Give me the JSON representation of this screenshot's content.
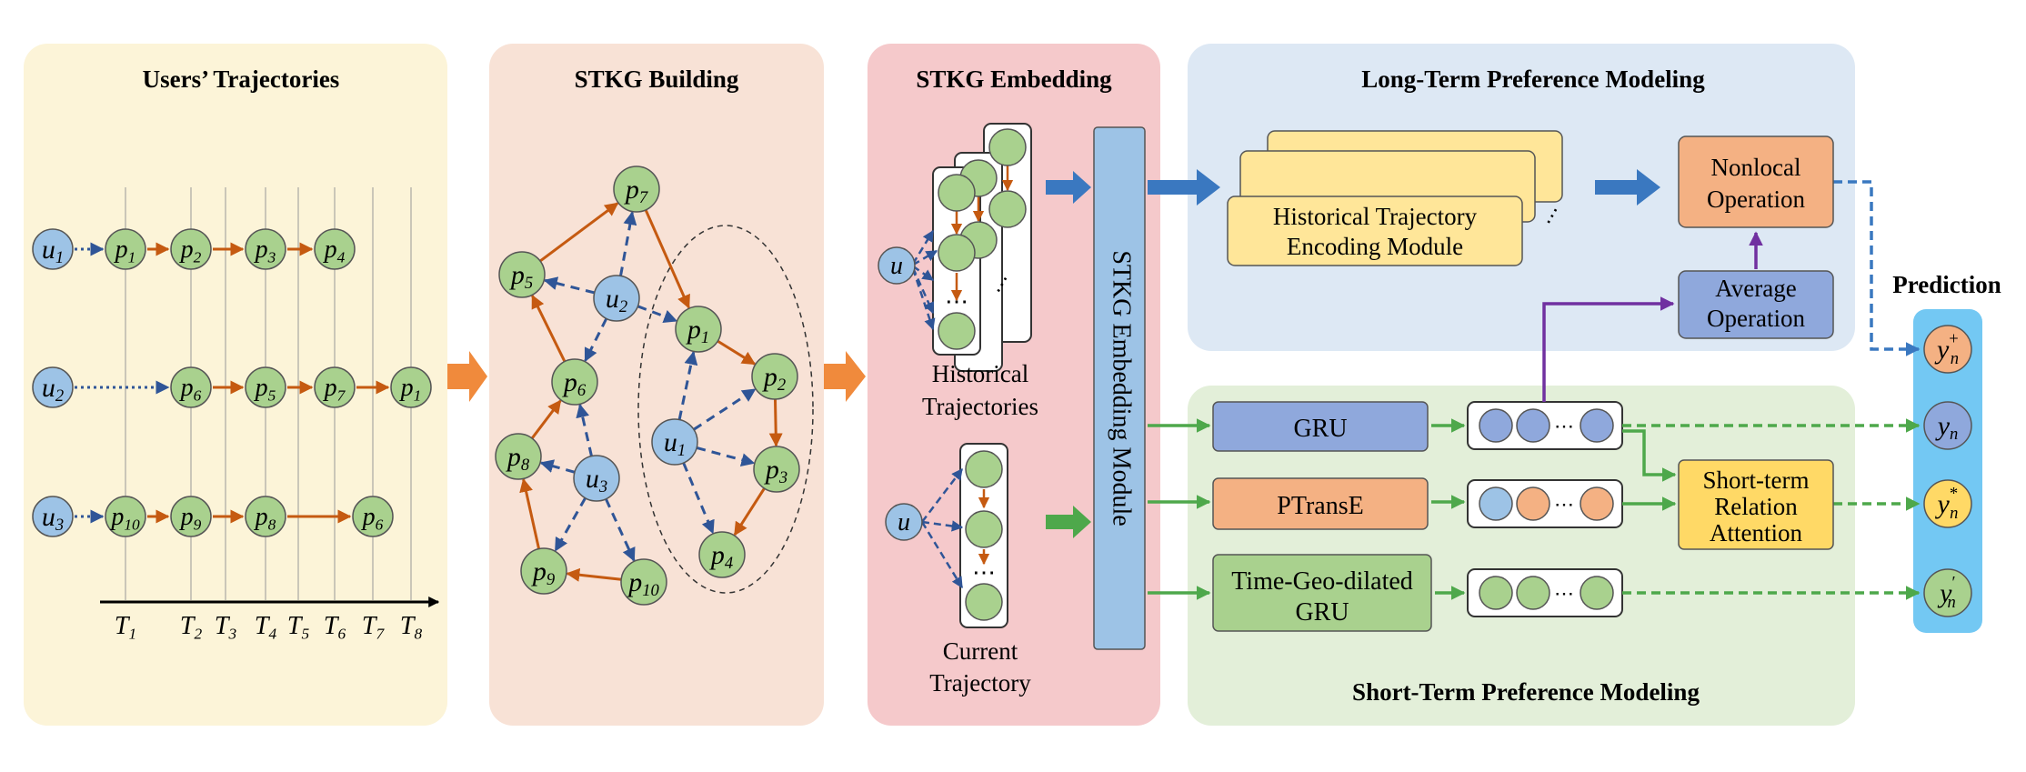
{
  "panels": {
    "trajectories": {
      "title": "Users’ Trajectories"
    },
    "stkg_building": {
      "title": "STKG Building"
    },
    "stkg_embedding": {
      "title": "STKG Embedding"
    },
    "long_term": {
      "title": "Long-Term Preference Modeling"
    },
    "short_term": {
      "title": "Short-Term Preference Modeling"
    },
    "prediction": {
      "title": "Prediction"
    }
  },
  "trajectories": {
    "users": [
      {
        "base": "u",
        "sub": "1"
      },
      {
        "base": "u",
        "sub": "2"
      },
      {
        "base": "u",
        "sub": "3"
      }
    ],
    "rows": [
      [
        {
          "base": "p",
          "sub": "1"
        },
        {
          "base": "p",
          "sub": "2"
        },
        {
          "base": "p",
          "sub": "3"
        },
        {
          "base": "p",
          "sub": "4"
        }
      ],
      [
        {
          "base": "p",
          "sub": "6"
        },
        {
          "base": "p",
          "sub": "5"
        },
        {
          "base": "p",
          "sub": "7"
        },
        {
          "base": "p",
          "sub": "1"
        }
      ],
      [
        {
          "base": "p",
          "sub": "10"
        },
        {
          "base": "p",
          "sub": "9"
        },
        {
          "base": "p",
          "sub": "8"
        },
        {
          "base": "p",
          "sub": "6"
        }
      ]
    ],
    "time_ticks": [
      {
        "base": "T",
        "sub": "1"
      },
      {
        "base": "T",
        "sub": "2"
      },
      {
        "base": "T",
        "sub": "3"
      },
      {
        "base": "T",
        "sub": "4"
      },
      {
        "base": "T",
        "sub": "5"
      },
      {
        "base": "T",
        "sub": "6"
      },
      {
        "base": "T",
        "sub": "7"
      },
      {
        "base": "T",
        "sub": "8"
      }
    ]
  },
  "graph": {
    "users": [
      {
        "base": "u",
        "sub": "2"
      },
      {
        "base": "u",
        "sub": "1"
      },
      {
        "base": "u",
        "sub": "3"
      }
    ],
    "pois": [
      {
        "base": "p",
        "sub": "7"
      },
      {
        "base": "p",
        "sub": "5"
      },
      {
        "base": "p",
        "sub": "6"
      },
      {
        "base": "p",
        "sub": "8"
      },
      {
        "base": "p",
        "sub": "9"
      },
      {
        "base": "p",
        "sub": "10"
      },
      {
        "base": "p",
        "sub": "1"
      },
      {
        "base": "p",
        "sub": "2"
      },
      {
        "base": "p",
        "sub": "3"
      },
      {
        "base": "p",
        "sub": "4"
      }
    ]
  },
  "embedding": {
    "user_symbol": "u",
    "historical_label": [
      "Historical",
      "Trajectories"
    ],
    "current_label": [
      "Current",
      "Trajectory"
    ],
    "module_label": "STKG Embedding Module",
    "ellipsis": "⋯"
  },
  "long_term": {
    "encoder_label": [
      "Historical Trajectory",
      "Encoding Module"
    ],
    "nonlocal_label": [
      "Nonlocal",
      "Operation"
    ],
    "average_label": [
      "Average",
      "Operation"
    ]
  },
  "short_term": {
    "gru_label": "GRU",
    "ptranse_label": "PTransE",
    "tgd_label": [
      "Time-Geo-dilated",
      "GRU"
    ],
    "attention_label": [
      "Short-term",
      "Relation",
      "Attention"
    ]
  },
  "outputs": [
    {
      "base": "y",
      "sub": "n",
      "sup": "+"
    },
    {
      "base": "y",
      "sub": "n",
      "sup": ""
    },
    {
      "base": "y",
      "sub": "n",
      "sup": "*"
    },
    {
      "base": "y",
      "sub": "n",
      "sup": "′"
    }
  ],
  "colors": {
    "panel_traj": "#fcf4d8",
    "panel_build": "#f8e2d6",
    "panel_embed": "#f5c9cb",
    "panel_long": "#dde8f4",
    "panel_short": "#e3efd9",
    "panel_pred": "#73c8f3",
    "user_node": "#9dc3e6",
    "poi_node": "#a9d18e",
    "orange_node": "#f4b183",
    "yellow_node": "#ffd966",
    "purple_node": "#8fa8dc",
    "orange_edge": "#c55a11",
    "blue_edge": "#2f5597",
    "green_arrow": "#4ea84b",
    "blue_arrow": "#3a78c0",
    "purple_arrow": "#7030a0"
  }
}
